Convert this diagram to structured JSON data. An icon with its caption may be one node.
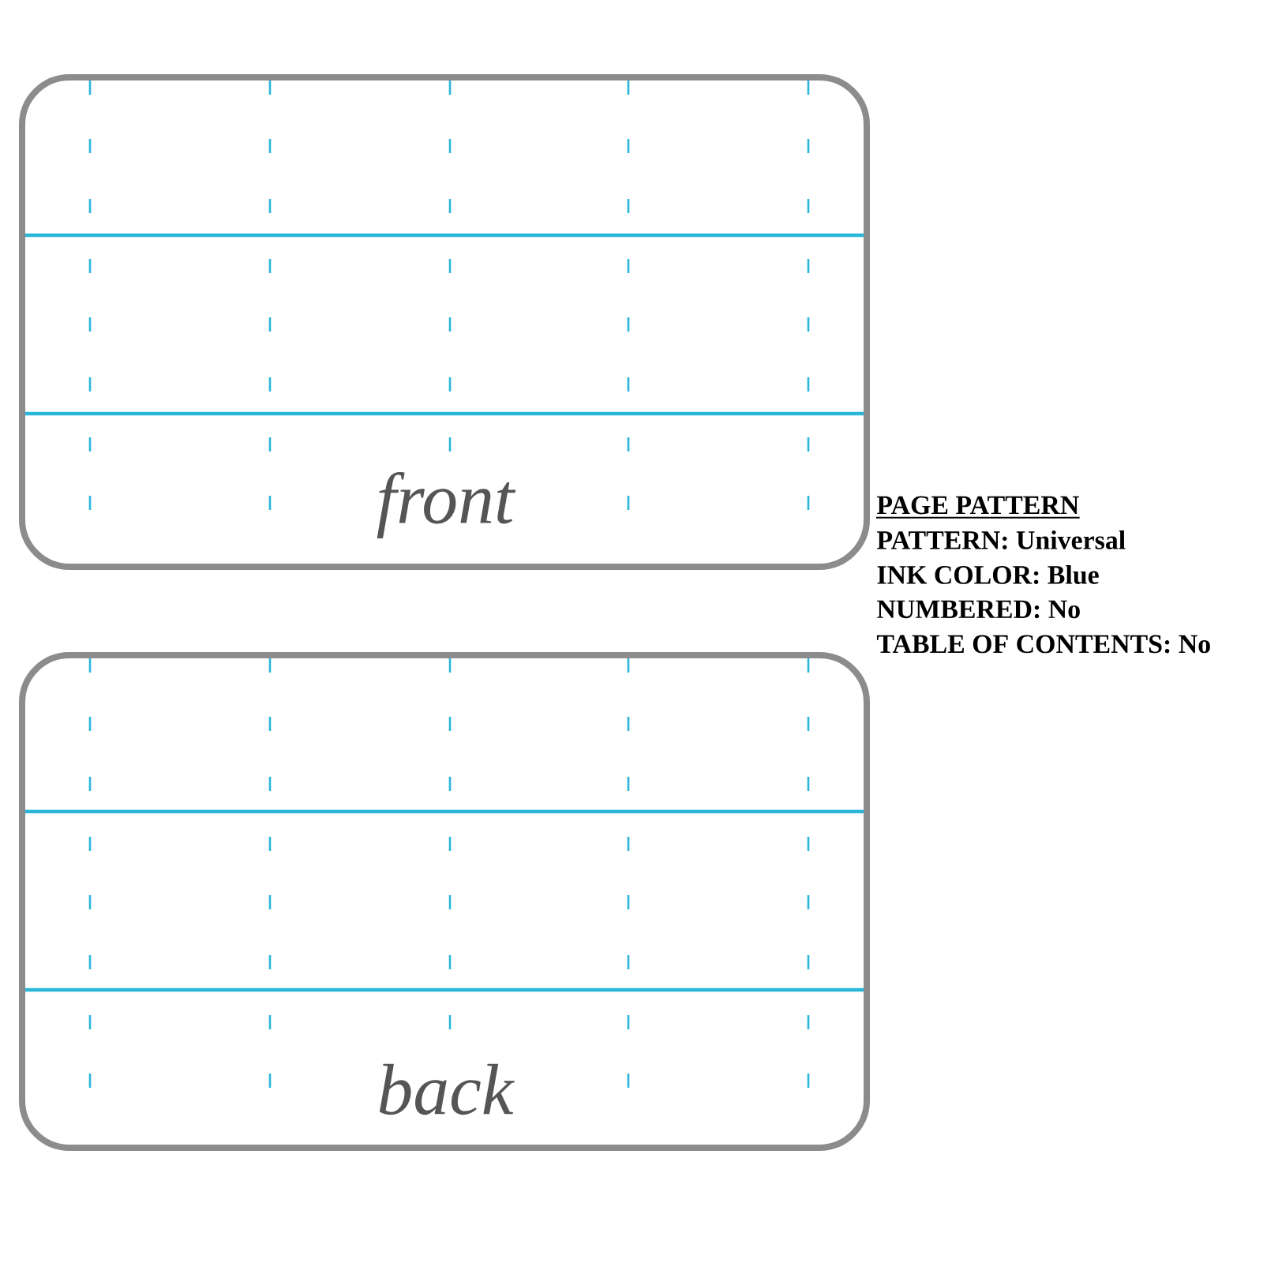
{
  "diagram": {
    "nodes": [
      {
        "text": [
          "front"
        ]
      },
      {
        "text": [
          "back"
        ]
      }
    ],
    "edges": [],
    "labels": [
      "PAGE PATTERN",
      "PATTERN: Universal",
      "INK COLOR: Blue",
      "NUMBERED: No",
      "TABLE OF CONTENTS: No"
    ]
  }
}
